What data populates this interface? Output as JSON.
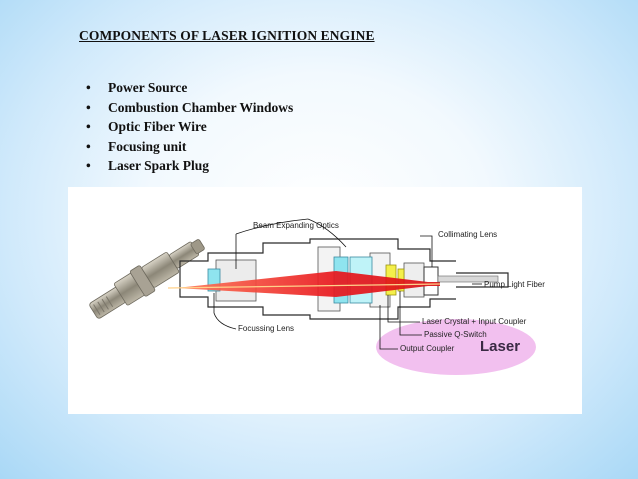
{
  "slide": {
    "title": "COMPONENTS OF LASER IGNITION ENGINE",
    "bullets": [
      "Power Source",
      "Combustion Chamber Windows",
      "Optic Fiber Wire",
      "Focusing unit",
      "Laser Spark Plug"
    ],
    "bullet_glyph": "•"
  },
  "diagram": {
    "labels": {
      "beam_expanding_optics": "Beam Expanding Optics",
      "collimating_lens": "Collimating Lens",
      "pump_light_fiber": "Pump Light Fiber",
      "laser_crystal": "Laser Crystal  + Input Coupler",
      "passive_q_switch": "Passive Q-Switch",
      "output_coupler": "Output Coupler",
      "laser": "Laser",
      "focussing_lens": "Focussing Lens"
    },
    "colors": {
      "beam": "#e8171d",
      "highlight": "#f0b5ec",
      "lens": "#8fe4ef",
      "crystal": "#f4ef4a"
    }
  }
}
